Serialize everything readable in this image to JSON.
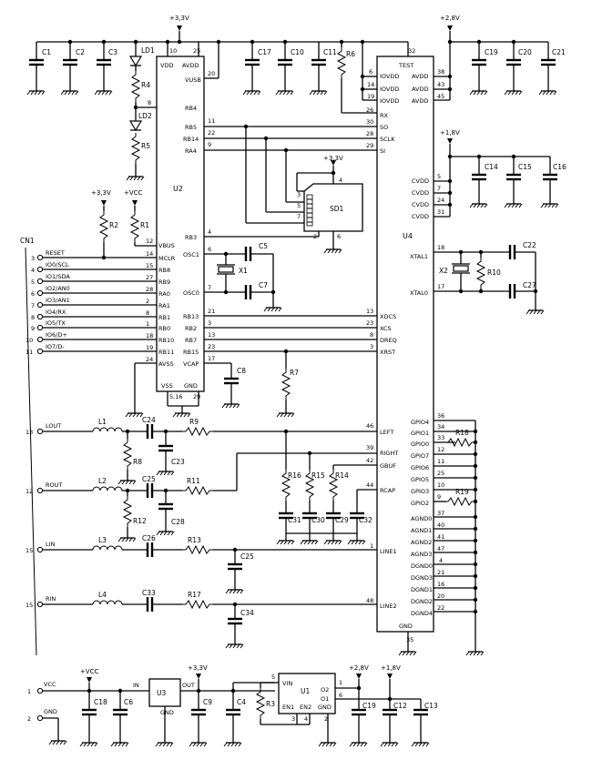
{
  "rails": {
    "v33_top": "+3,3V",
    "v28_top": "+2,8V",
    "v18_mid": "+1,8V",
    "v33_sd": "+3,3V",
    "v33_r2": "+3,3V",
    "vcc_r1": "+VCC",
    "vcc_bot": "+VCC",
    "v33_bot": "+3,3V",
    "v28_bot": "+2,8V",
    "v18_bot": "+1,8V"
  },
  "u2": {
    "name": "U2",
    "left_pins": [
      "VBUS",
      "MCLR",
      "RB8",
      "RB9",
      "RA0",
      "RA1",
      "RB1",
      "RB0",
      "RB10",
      "RB11",
      "AVSS"
    ],
    "left_nums": [
      "12",
      "14",
      "15",
      "27",
      "28",
      "2",
      "8",
      "1",
      "18",
      "19",
      "24"
    ],
    "right_pins": [
      "VUSB",
      "RB4",
      "RB5",
      "RB14",
      "RA4",
      "RB3",
      "OSC1",
      "OSC0",
      "RB13",
      "RB2",
      "RB7",
      "RB15",
      "VCAP"
    ],
    "right_nums": [
      "20",
      "8",
      "11",
      "22",
      "9",
      "4",
      "6",
      "7",
      "21",
      "3",
      "13",
      "23",
      "17"
    ],
    "top_labels": [
      "VDD",
      "AVDD"
    ],
    "top_nums": [
      "10",
      "25"
    ],
    "bottom_labels": [
      "VSS",
      "GND"
    ],
    "bottom_nums": [
      "5,16",
      "29"
    ]
  },
  "u4": {
    "name": "U4",
    "top_label": "TEST",
    "top_num": "32",
    "iovdd": [
      "IOVDD",
      "IOVDD",
      "IOVDD"
    ],
    "iovdd_nums": [
      "6",
      "14",
      "19"
    ],
    "avdd": [
      "AVDD",
      "AVDD",
      "AVDD"
    ],
    "avdd_nums": [
      "38",
      "43",
      "45"
    ],
    "cvdd": [
      "CVDD",
      "CVDD",
      "CVDD",
      "CVDD"
    ],
    "cvdd_nums": [
      "5",
      "7",
      "24",
      "31"
    ],
    "left_pins": [
      "RX",
      "SO",
      "SCLK",
      "SI",
      "XDCS",
      "XCS",
      "DREQ",
      "XRST",
      "LEFT",
      "RIGHT",
      "GBUF",
      "RCAP",
      "LINE1",
      "LINE2"
    ],
    "left_nums": [
      "26",
      "30",
      "28",
      "29",
      "13",
      "23",
      "8",
      "3",
      "46",
      "39",
      "42",
      "44",
      "1",
      "48"
    ],
    "xtal": [
      "XTAL1",
      "XTAL0"
    ],
    "xtal_nums": [
      "18",
      "17"
    ],
    "gpio": [
      "GPIO4",
      "GPIO1",
      "GPIO0",
      "GPIO7",
      "GPIO6",
      "GPIO5",
      "GPIO3",
      "GPIO2"
    ],
    "gpio_nums": [
      "36",
      "34",
      "33",
      "12",
      "11",
      "25",
      "10",
      "9"
    ],
    "gnd_pins": [
      "AGND0",
      "AGND1",
      "AGND2",
      "AGND3",
      "DGND0",
      "DGND3",
      "DGND1",
      "DGND2",
      "DGND4"
    ],
    "gnd_nums": [
      "37",
      "40",
      "41",
      "47",
      "4",
      "21",
      "16",
      "20",
      "22"
    ],
    "bottom_label": "GND",
    "bottom_num": "35"
  },
  "sd": {
    "name": "SD1",
    "pins": [
      "3",
      "4",
      "5",
      "7",
      "2",
      "6"
    ]
  },
  "u3": {
    "name": "U3",
    "in": "IN",
    "out": "OUT",
    "gnd": "GND"
  },
  "u1": {
    "name": "U1",
    "vin": "VIN",
    "o2": "O2",
    "o1": "O1",
    "en1": "EN1",
    "en2": "EN2",
    "gnd": "GND",
    "nums": [
      "5",
      "1",
      "6",
      "3",
      "4",
      "2"
    ]
  },
  "connector": {
    "name": "CN1",
    "pins": [
      {
        "num": "3",
        "label": "RESET"
      },
      {
        "num": "4",
        "label": "IO0/SCL"
      },
      {
        "num": "5",
        "label": "IO1/SDA"
      },
      {
        "num": "6",
        "label": "IO2/AN0"
      },
      {
        "num": "7",
        "label": "IO3/AN1"
      },
      {
        "num": "8",
        "label": "IO4/RX"
      },
      {
        "num": "9",
        "label": "IO5/TX"
      },
      {
        "num": "10",
        "label": "IO6/D+"
      },
      {
        "num": "11",
        "label": "IO7/D-"
      },
      {
        "num": "13",
        "label": "LOUT"
      },
      {
        "num": "12",
        "label": "ROUT"
      },
      {
        "num": "15",
        "label": "LIN"
      },
      {
        "num": "15",
        "label": "RIN"
      },
      {
        "num": "1",
        "label": "VCC"
      },
      {
        "num": "2",
        "label": "GND"
      }
    ]
  },
  "parts": {
    "caps_top": [
      "C1",
      "C2",
      "C3",
      "C17",
      "C10",
      "C11",
      "C19",
      "C20",
      "C21"
    ],
    "caps_cvdd": [
      "C14",
      "C15",
      "C16"
    ],
    "leds": [
      "LD1",
      "LD2"
    ],
    "res": [
      "R4",
      "R5",
      "R6",
      "R2",
      "R1",
      "R7",
      "R10",
      "R8",
      "R9",
      "R11",
      "R12",
      "R13",
      "R17",
      "R16",
      "R15",
      "R14",
      "R18",
      "R19",
      "R3"
    ],
    "caps_misc": [
      "C5",
      "C7",
      "C8",
      "C22",
      "C27",
      "C24",
      "C23",
      "C25",
      "C28",
      "C26",
      "C33",
      "C31",
      "C30",
      "C29",
      "C32",
      "C18",
      "C6",
      "C9",
      "C4",
      "C19",
      "C12",
      "C13",
      "C25",
      "C34"
    ],
    "xtals": [
      "X1",
      "X2"
    ],
    "inductors": [
      "L1",
      "L2",
      "L3",
      "L4"
    ]
  }
}
